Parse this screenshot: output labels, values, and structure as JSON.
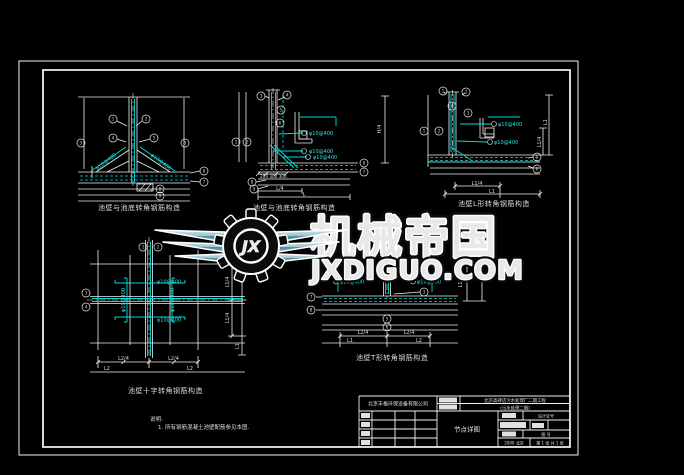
{
  "watermark": {
    "brand": "机械帝国",
    "domain": "JXDIGUO.COM",
    "logo_text": "JX",
    "teal": "#6fa9b8"
  },
  "captions": {
    "a": "池壁与池底转角钢筋构造",
    "b": "池壁与池底转角钢筋构造",
    "c": "池壁L形转角钢筋构造",
    "d": "池壁十字转角钢筋构造",
    "e": "池壁T形转角钢筋构造"
  },
  "labels": {
    "rebar": "φ10@400",
    "dim_200_300_300": "200 300 300",
    "l_over_4": "L/4",
    "l": "L",
    "l1_over_4": "L1/4",
    "l1": "L1",
    "l2_over_4": "L2/4",
    "l2": "L2",
    "h_over_4": "H/4"
  },
  "notes": {
    "heading": "说明:",
    "item1": "1. 所有钢筋混凝土池壁配筋参见本图."
  },
  "title_block": {
    "company": "北京丰格环保设备有限公司",
    "project": "北京高碑店污水处理厂二期工程",
    "subproject": "(污水处理二期)",
    "drawing_title": "节点详图",
    "cert_label": "设计证号",
    "sheet_no_label": "图 号",
    "date_place": "2000 北京",
    "sheet_count": "第 1 张 共 1 张"
  },
  "balloons": {
    "d1": "1",
    "d2": "2",
    "d3": "3",
    "d4": "4",
    "d5": "5",
    "d6": "6",
    "d7": "7",
    "d8": "8",
    "d9": "9"
  },
  "colors": {
    "background": "#000000",
    "line_white": "#f0f0f0",
    "line_cyan": "#00dcdc",
    "watermark_teal": "#6fa9b8"
  }
}
